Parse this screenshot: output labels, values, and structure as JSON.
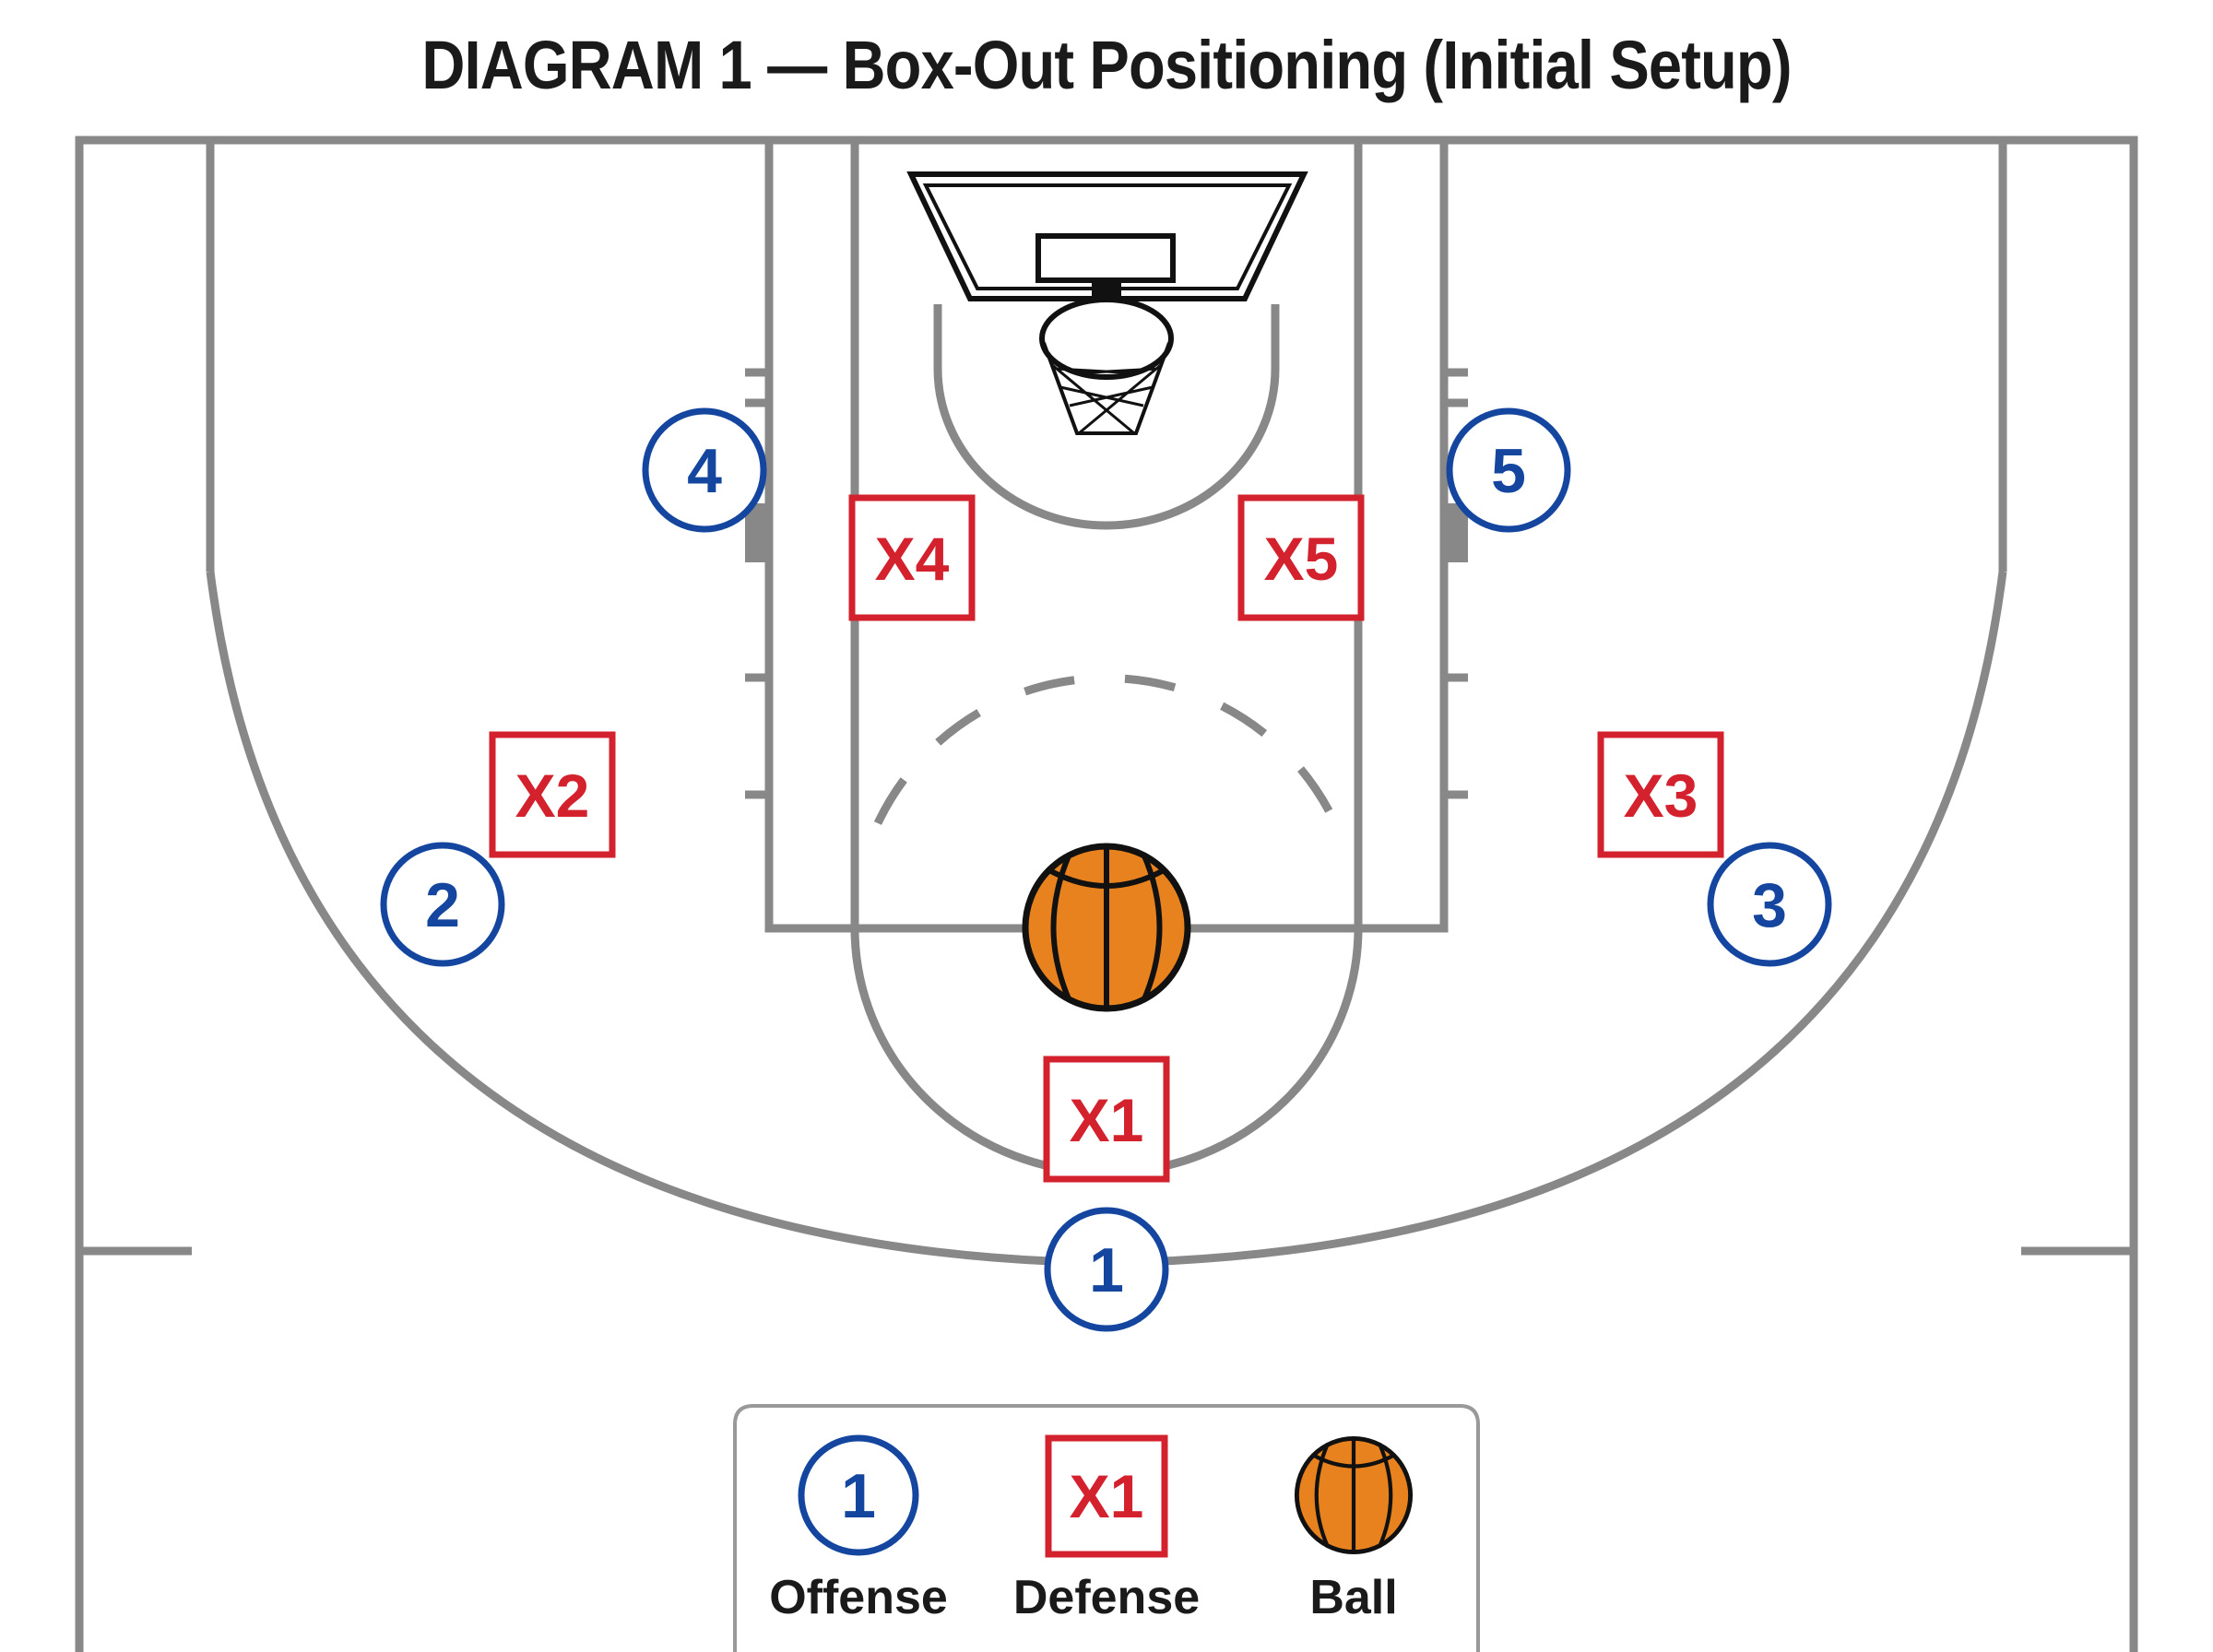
{
  "diagram": {
    "title": "DIAGRAM 1 — Box-Out Positioning (Initial Setup)"
  },
  "players": {
    "offense": [
      "1",
      "2",
      "3",
      "4",
      "5"
    ],
    "defense": [
      "X1",
      "X2",
      "X3",
      "X4",
      "X5"
    ]
  },
  "legend": {
    "offense_symbol": "1",
    "offense_label": "Offense",
    "defense_symbol": "X1",
    "defense_label": "Defense",
    "ball_label": "Ball"
  },
  "colors": {
    "offense": "#1446a0",
    "defense": "#d3212d",
    "court_lines": "#888888",
    "ball": "#e8821e"
  },
  "icons": [
    "basketball-hoop-icon",
    "basketball-icon"
  ]
}
